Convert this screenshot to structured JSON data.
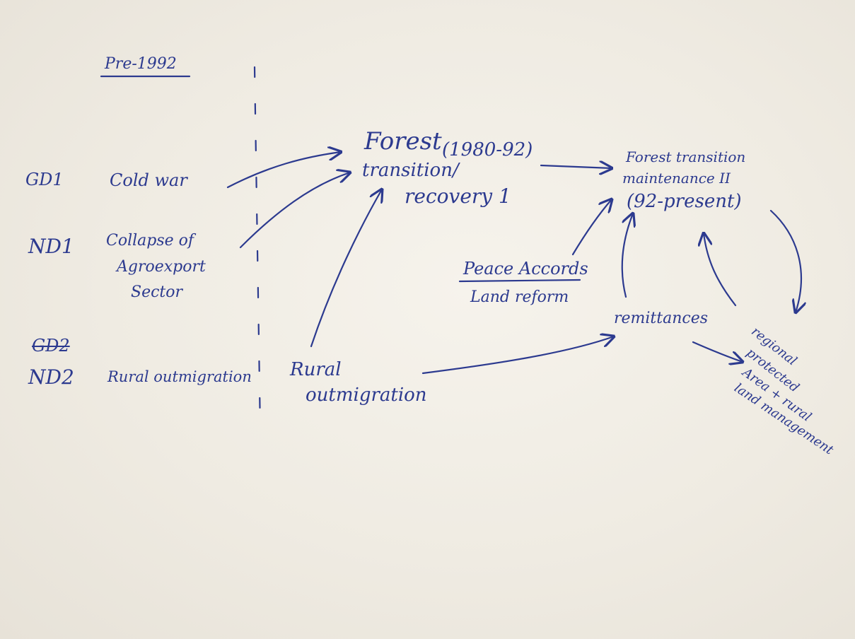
{
  "diagram": {
    "ink_color": "#2c3a8f",
    "paper_color": "#f2efe8",
    "header": {
      "period": "Pre-1992"
    },
    "row_codes": [
      "GD1",
      "ND1",
      "GD2",
      "ND2"
    ],
    "drivers": {
      "cold_war": "Cold war",
      "collapse_line1": "Collapse of",
      "collapse_line2": "Agroexport",
      "collapse_line3": "Sector",
      "rural_outmigration_left": "Rural outmigration"
    },
    "forest_transition_1": {
      "line1": "Forest",
      "years": "(1980-92)",
      "line2": "transition/",
      "line3": "recovery 1"
    },
    "forest_transition_2": {
      "line1": "Forest transition",
      "line2": "maintenance II",
      "years": "(92-present)"
    },
    "peace_accords": "Peace Accords",
    "land_reform": "Land reform",
    "rural_outmigration_mid_line1": "Rural",
    "rural_outmigration_mid_line2": "outmigration",
    "remittances": "remittances",
    "regional": {
      "line1": "regional",
      "line2": "protected",
      "line3": "Area + rural",
      "line4": "land management"
    }
  }
}
